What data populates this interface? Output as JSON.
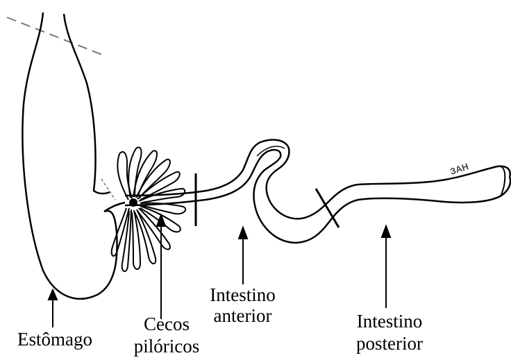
{
  "labels": {
    "estomago": "Estômago",
    "cecos_line1": "Cecos",
    "cecos_line2": "pilóricos",
    "intestino_anterior_line1": "Intestino",
    "intestino_anterior_line2": "anterior",
    "intestino_posterior_line1": "Intestino",
    "intestino_posterior_line2": "posterior"
  },
  "signature_mark": "ЗАН",
  "colors": {
    "stroke": "#000000",
    "dashed_line": "#777777",
    "background": "#ffffff"
  }
}
